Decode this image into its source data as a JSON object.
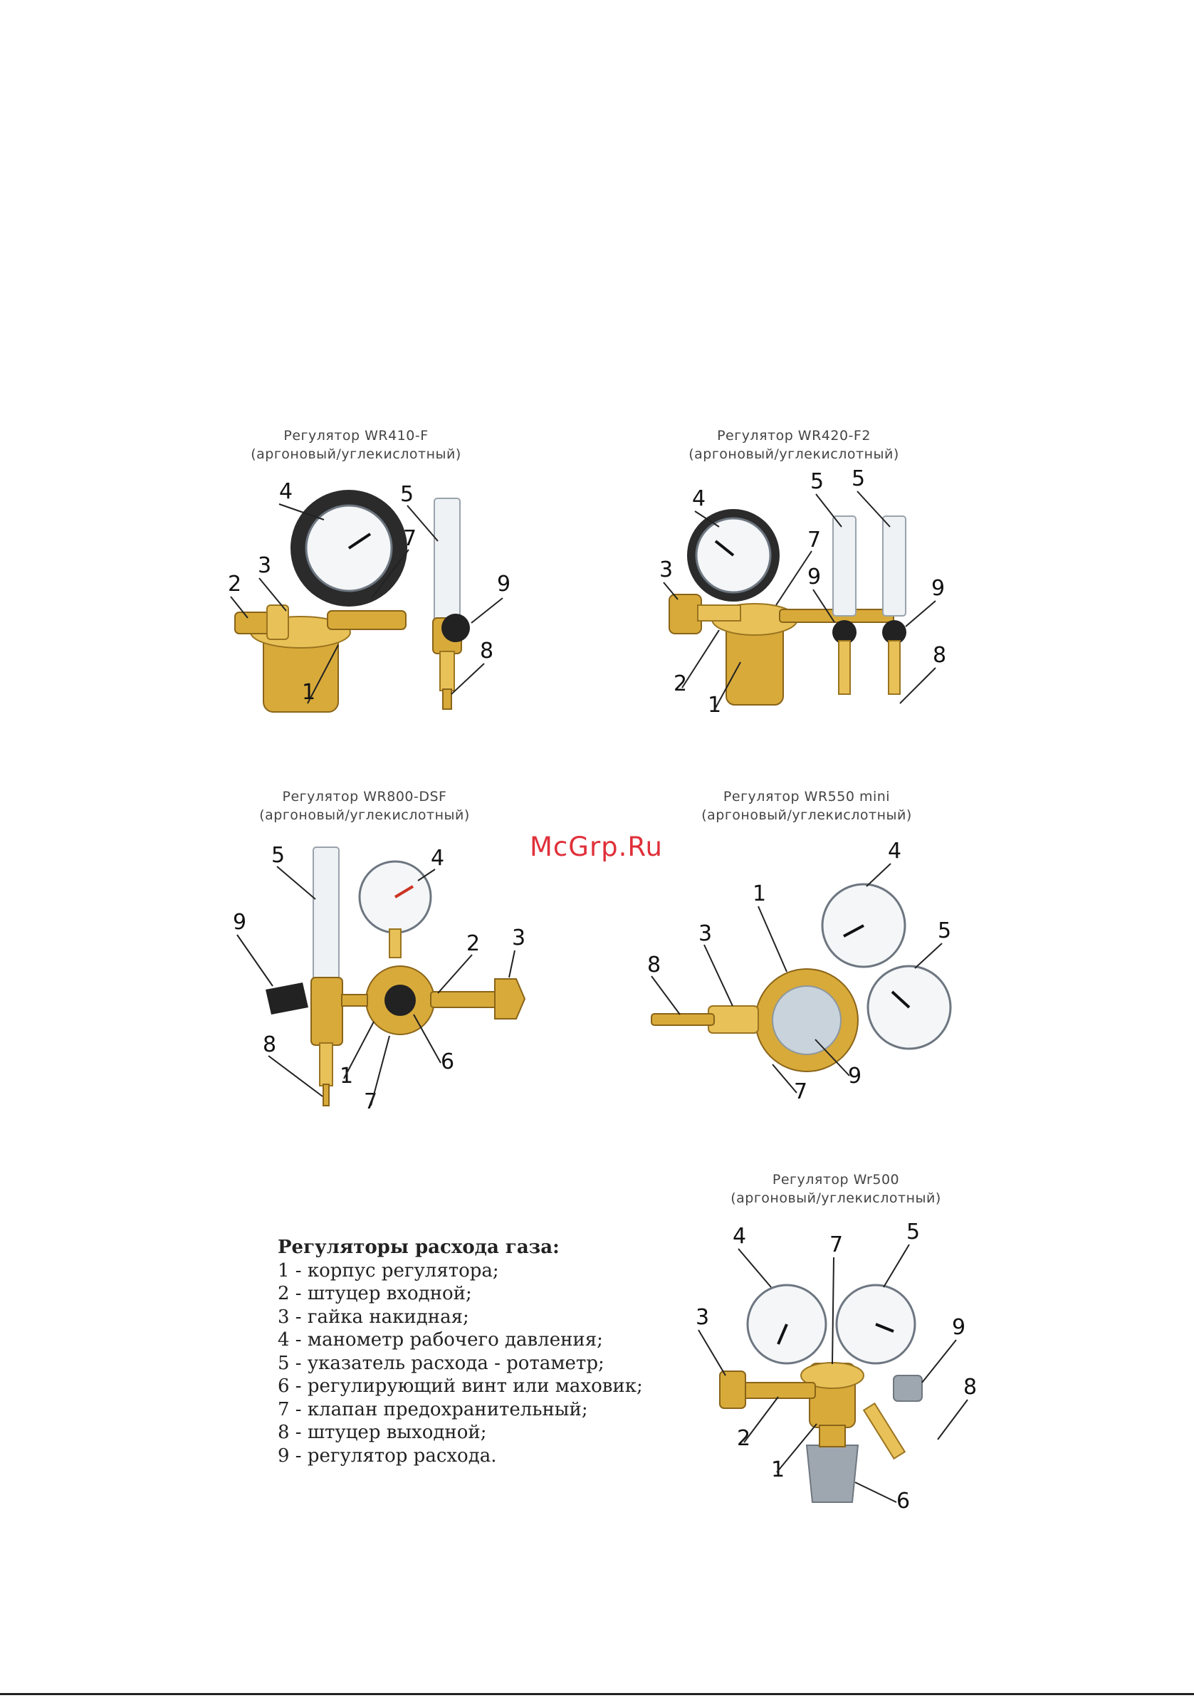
{
  "watermark": "McGrp.Ru",
  "figures": [
    {
      "title": "Регулятор WR410-F",
      "subtitle": "(аргоновый/углекислотный)",
      "callouts": [
        "1",
        "2",
        "3",
        "4",
        "5",
        "7",
        "8",
        "9"
      ]
    },
    {
      "title": "Регулятор WR420-F2",
      "subtitle": "(аргоновый/углекислотный)",
      "callouts": [
        "1",
        "2",
        "3",
        "4",
        "5",
        "5",
        "7",
        "8",
        "9",
        "9"
      ]
    },
    {
      "title": "Регулятор WR800-DSF",
      "subtitle": "(аргоновый/углекислотный)",
      "callouts": [
        "1",
        "2",
        "3",
        "4",
        "5",
        "6",
        "7",
        "8",
        "9"
      ]
    },
    {
      "title": "Регулятор WR550 mini",
      "subtitle": "(аргоновый/углекислотный)",
      "callouts": [
        "1",
        "3",
        "4",
        "5",
        "7",
        "8",
        "9"
      ]
    },
    {
      "title": "Регулятор Wr500",
      "subtitle": "(аргоновый/углекислотный)",
      "callouts": [
        "1",
        "2",
        "3",
        "4",
        "5",
        "6",
        "7",
        "8",
        "9"
      ]
    }
  ],
  "legend": {
    "title": "Регуляторы расхода газа:",
    "items": [
      "1 - корпус регулятора;",
      "2 - штуцер входной;",
      "3 - гайка накидная;",
      "4 - манометр рабочего давления;",
      "5 - указатель расхода - ротаметр;",
      "6 - регулирующий винт или маховик;",
      "7 - клапан предохранительный;",
      "8 - штуцер выходной;",
      "9 - регулятор расхода."
    ]
  }
}
